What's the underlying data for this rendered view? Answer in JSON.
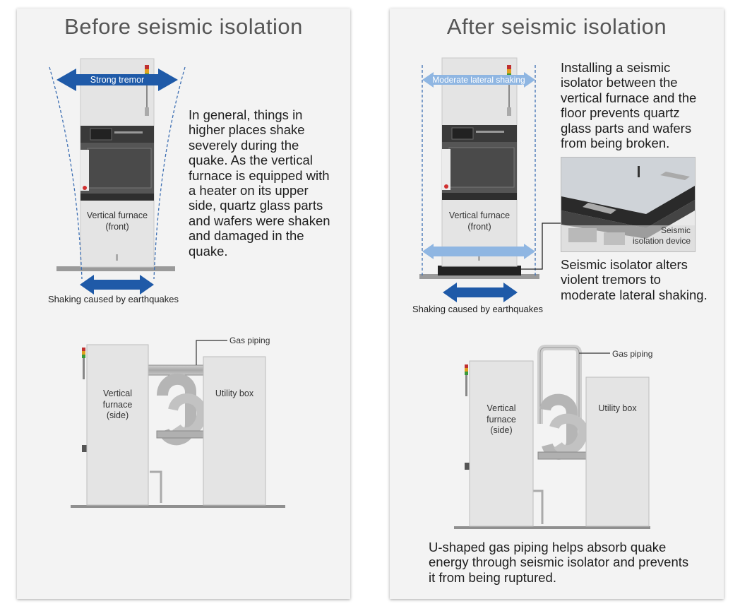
{
  "before": {
    "title": "Before seismic isolation",
    "arrow_top_label": "Strong tremor",
    "furnace_label": "Vertical furnace\n(front)",
    "description": "In general, things in higher places shake severely during the quake. As the vertical furnace is equipped with a heater on its upper side, quartz glass parts and wafers were shaken and damaged in the quake.",
    "bottom_caption": "Shaking caused by earthquakes",
    "gas_piping_label": "Gas piping",
    "side_furnace_label": "Vertical\nfurnace\n(side)",
    "utility_label": "Utility box"
  },
  "after": {
    "title": "After seismic isolation",
    "arrow_top_label": "Moderate lateral shaking",
    "furnace_label": "Vertical furnace\n(front)",
    "description": "Installing a seismic isolator between the vertical furnace and the floor prevents quartz glass parts and wafers from being broken.",
    "device_label": "Seismic\nisolation device",
    "isolator_note": "Seismic isolator alters violent tremors to moderate lateral shaking.",
    "bottom_caption": "Shaking caused by earthquakes",
    "gas_piping_label": "Gas piping",
    "side_furnace_label": "Vertical\nfurnace\n(side)",
    "utility_label": "Utility box",
    "footer": "U-shaped gas piping helps absorb quake energy through seismic isolator and prevents it from being ruptured."
  },
  "colors": {
    "strong_arrow": "#1f5aa8",
    "moderate_arrow": "#8fb6e2",
    "panel_bg": "#f3f3f3",
    "furnace": "#e4e4e4"
  }
}
